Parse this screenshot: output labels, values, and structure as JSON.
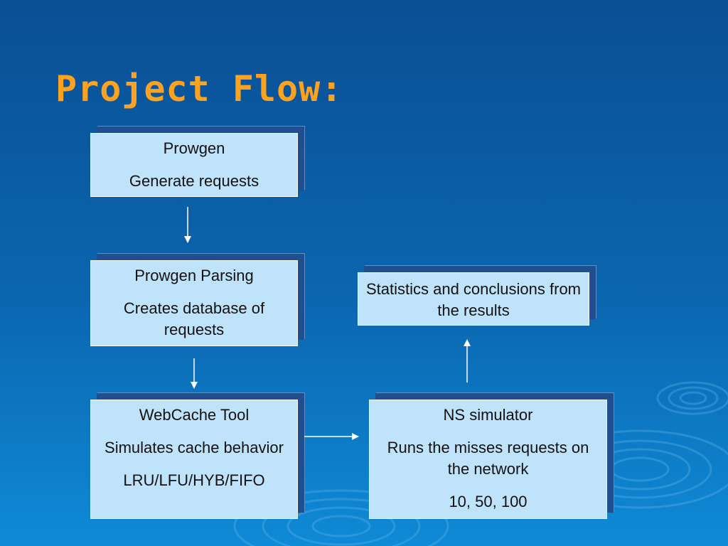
{
  "slide": {
    "title": "Project Flow:"
  },
  "nodes": {
    "prowgen": {
      "heading": "Prowgen",
      "description": "Generate requests"
    },
    "prowgen_parsing": {
      "heading": "Prowgen Parsing",
      "description": "Creates database of requests"
    },
    "webcache_tool": {
      "heading": "WebCache Tool",
      "description": "Simulates cache behavior",
      "detail": "LRU/LFU/HYB/FIFO"
    },
    "ns_simulator": {
      "heading": "NS simulator",
      "description": "Runs the misses requests on the network",
      "detail": "10, 50, 100"
    },
    "statistics": {
      "text": "Statistics and conclusions from the results"
    }
  },
  "colors": {
    "title": "#ffa21f",
    "box_fill": "#bfe3fb",
    "box_shadow": "#1f4f8e",
    "arrow": "#ffffff",
    "background_top": "#0a4f94",
    "background_bottom": "#0f8ad6"
  }
}
